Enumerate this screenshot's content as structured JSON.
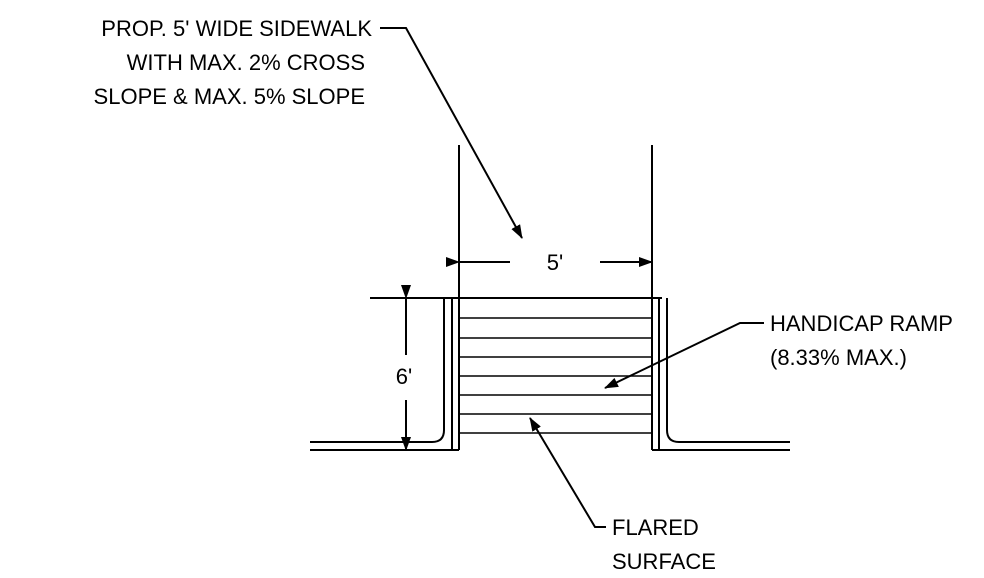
{
  "callouts": {
    "sidewalk": {
      "line1": "PROP. 5' WIDE SIDEWALK",
      "line2": "WITH MAX. 2% CROSS",
      "line3": "SLOPE & MAX. 5% SLOPE"
    },
    "ramp": {
      "line1": "HANDICAP RAMP",
      "line2": "(8.33% MAX.)"
    },
    "flared": {
      "line1": "FLARED",
      "line2": "SURFACE"
    }
  },
  "dimensions": {
    "width_label": "5'",
    "height_label": "6'"
  },
  "colors": {
    "ink": "#000000",
    "background": "#ffffff"
  }
}
